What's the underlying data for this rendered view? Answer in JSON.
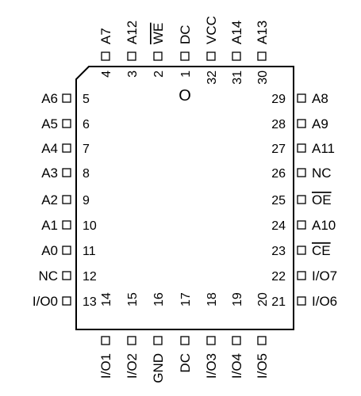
{
  "package": {
    "outline_color": "#000000",
    "pin1_marker": "O",
    "top_pins": [
      {
        "number": "4",
        "name": "A7"
      },
      {
        "number": "3",
        "name": "A12"
      },
      {
        "number": "2",
        "name": "WE",
        "overline": true
      },
      {
        "number": "1",
        "name": "DC"
      },
      {
        "number": "32",
        "name": "VCC"
      },
      {
        "number": "31",
        "name": "A14"
      },
      {
        "number": "30",
        "name": "A13"
      }
    ],
    "left_pins": [
      {
        "number": "5",
        "name": "A6"
      },
      {
        "number": "6",
        "name": "A5"
      },
      {
        "number": "7",
        "name": "A4"
      },
      {
        "number": "8",
        "name": "A3"
      },
      {
        "number": "9",
        "name": "A2"
      },
      {
        "number": "10",
        "name": "A1"
      },
      {
        "number": "11",
        "name": "A0"
      },
      {
        "number": "12",
        "name": "NC"
      },
      {
        "number": "13",
        "name": "I/O0"
      }
    ],
    "right_pins": [
      {
        "number": "29",
        "name": "A8"
      },
      {
        "number": "28",
        "name": "A9"
      },
      {
        "number": "27",
        "name": "A11"
      },
      {
        "number": "26",
        "name": "NC"
      },
      {
        "number": "25",
        "name": "OE",
        "overline": true
      },
      {
        "number": "24",
        "name": "A10"
      },
      {
        "number": "23",
        "name": "CE",
        "overline": true
      },
      {
        "number": "22",
        "name": "I/O7"
      },
      {
        "number": "21",
        "name": "I/O6"
      }
    ],
    "bottom_pins": [
      {
        "number": "14",
        "name": "I/O1"
      },
      {
        "number": "15",
        "name": "I/O2"
      },
      {
        "number": "16",
        "name": "GND"
      },
      {
        "number": "17",
        "name": "DC"
      },
      {
        "number": "18",
        "name": "I/O3"
      },
      {
        "number": "19",
        "name": "I/O4"
      },
      {
        "number": "20",
        "name": "I/O5"
      }
    ]
  }
}
